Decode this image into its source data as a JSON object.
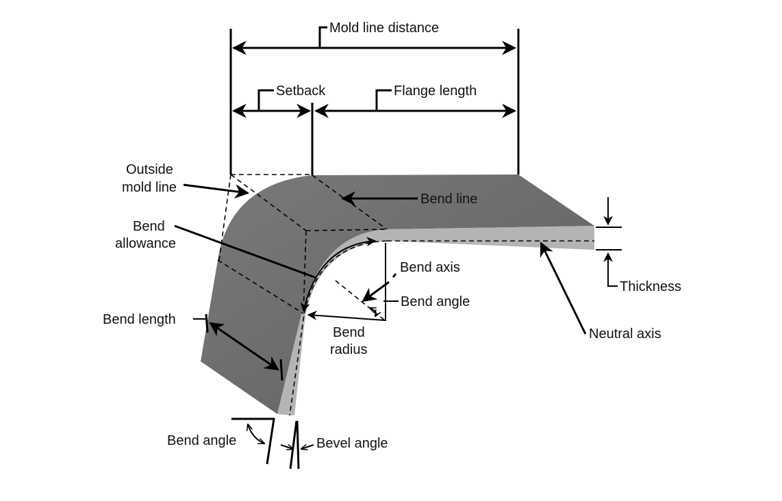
{
  "labels": {
    "mold_line_distance": "Mold line distance",
    "setback": "Setback",
    "flange_length": "Flange length",
    "outside_mold_line_1": "Outside",
    "outside_mold_line_2": "mold line",
    "bend_line": "Bend line",
    "bend_allowance_1": "Bend",
    "bend_allowance_2": "allowance",
    "bend_axis": "Bend axis",
    "bend_angle_top": "Bend angle",
    "bend_length": "Bend length",
    "bend_radius_1": "Bend",
    "bend_radius_2": "radius",
    "thickness": "Thickness",
    "neutral_axis": "Neutral axis",
    "bend_angle_bottom": "Bend angle",
    "bevel_angle": "Bevel angle"
  },
  "colors": {
    "metal_face": "#6f6f6f",
    "metal_edge": "#b4b4b4"
  }
}
